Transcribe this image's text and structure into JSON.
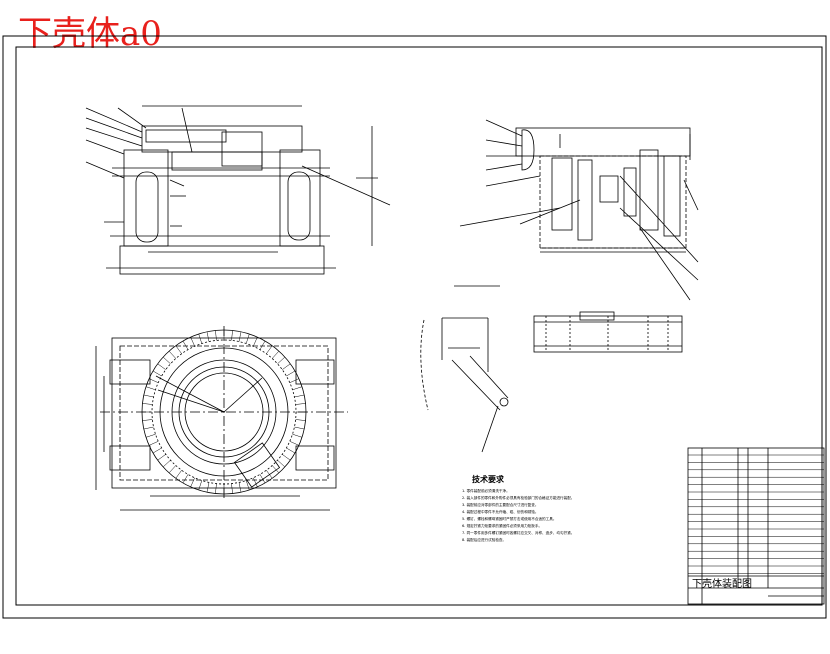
{
  "caption": {
    "text": "下壳体a0",
    "color": "#e8201c"
  },
  "drawing": {
    "line_color": "#000000",
    "tech_title": "技术要求",
    "tech_notes": [
      "1. 零件装配前必须清洗干净。",
      "2. 装入部件的零件和外购件必须具有检验部门的合格证方能进行装配。",
      "3. 装配前应对零部件的主要配合尺寸进行复查。",
      "4. 装配过程中零件不允许磕、碰、划伤和锈蚀。",
      "5. 螺钉、螺栓和螺母紧固时严禁打击或使用不合适的工具。",
      "6. 规定拧紧力矩要求的紧固件必须采用力矩扳手。",
      "7. 同一零件用多件螺钉紧固时各螺钉应交叉、对称、逐步、均匀拧紧。",
      "8. 装配后应进行试验检查。"
    ],
    "title_block_name": "下壳体装配图"
  }
}
